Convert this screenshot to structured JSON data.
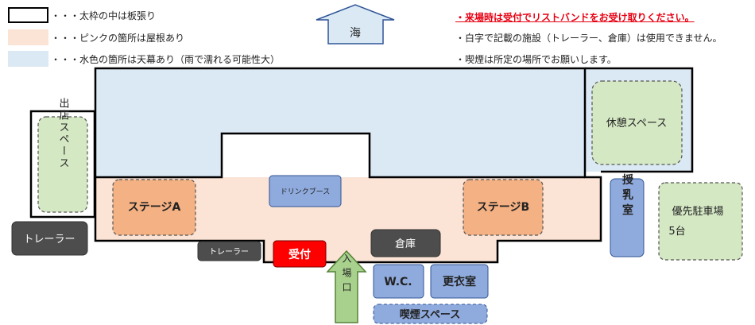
{
  "legend": [
    {
      "swatch": "outline",
      "text": "・・・太枠の中は板張り"
    },
    {
      "swatch": "pink",
      "text": "・・・ピンクの箇所は屋根あり"
    },
    {
      "swatch": "blue",
      "text": "・・・水色の箇所は天幕あり（雨で濡れる可能性大）"
    }
  ],
  "notes": {
    "wristband": "・来場時は受付でリストバンドをお受け取りください。",
    "white_text": "・白字で記載の施設（トレーラー、倉庫）は使用できません。",
    "smoking": "・喫煙は所定の場所でお願いします。"
  },
  "labels": {
    "sea": "海",
    "shop_space": "出店スペース",
    "rest_space": "休憩スペース",
    "drink_booth": "ドリンクブース",
    "stage_a": "ステージA",
    "stage_b": "ステージB",
    "trailer_left": "トレーラー",
    "trailer_small": "トレーラー",
    "reception": "受付",
    "warehouse": "倉庫",
    "entrance": "入場口",
    "wc": "W.C.",
    "changing_room": "更衣室",
    "smoking_space": "喫煙スペース",
    "nursing_room": "授乳室",
    "priority_parking": "優先駐車場",
    "parking_count": "5台"
  },
  "colors": {
    "pink": "#fbe3d6",
    "blue": "#dbe9f4",
    "green": "#d5e8c4",
    "orange": "#f4b183",
    "purple_blue": "#8faadc",
    "dark_gray": "#4d4d4d",
    "red": "#ff0000",
    "red_text": "#e60012"
  }
}
